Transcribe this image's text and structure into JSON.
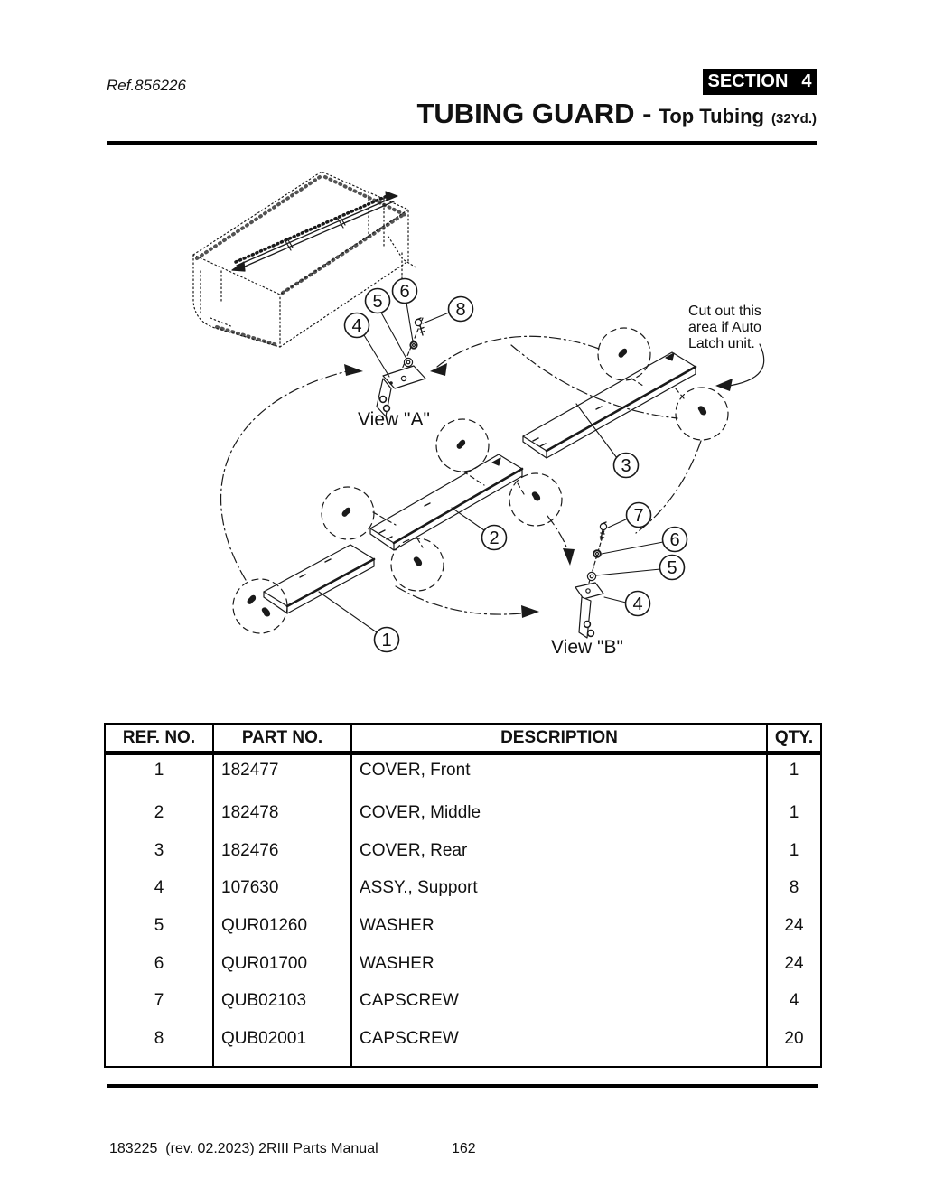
{
  "page": {
    "ref_label": "Ref.856226",
    "section_label": "SECTION",
    "section_number": "4",
    "title_main": "TUBING GUARD -",
    "title_sub": "Top Tubing",
    "title_note": "(32Yd.)"
  },
  "diagram": {
    "view_a_label": "View \"A\"",
    "view_b_label": "View \"B\"",
    "note_line1": "Cut out this",
    "note_line2": "area if Auto",
    "note_line3": "Latch unit.",
    "callouts": {
      "n1": "1",
      "n2": "2",
      "n3": "3",
      "n4": "4",
      "n5": "5",
      "n6": "6",
      "n7": "7",
      "n8": "8"
    }
  },
  "table": {
    "headers": {
      "ref": "REF. NO.",
      "part": "PART NO.",
      "desc": "DESCRIPTION",
      "qty": "QTY."
    },
    "rows": [
      {
        "ref": "1",
        "part": "182477",
        "desc": "COVER, Front",
        "qty": "1"
      },
      {
        "ref": "2",
        "part": "182478",
        "desc": "COVER, Middle",
        "qty": "1"
      },
      {
        "ref": "3",
        "part": "182476",
        "desc": "COVER, Rear",
        "qty": "1"
      },
      {
        "ref": "4",
        "part": "107630",
        "desc": "ASSY., Support",
        "qty": "8"
      },
      {
        "ref": "5",
        "part": "QUR01260",
        "desc": "WASHER",
        "qty": "24"
      },
      {
        "ref": "6",
        "part": "QUR01700",
        "desc": "WASHER",
        "qty": "24"
      },
      {
        "ref": "7",
        "part": "QUB02103",
        "desc": "CAPSCREW",
        "qty": "4"
      },
      {
        "ref": "8",
        "part": "QUB02001",
        "desc": "CAPSCREW",
        "qty": "20"
      }
    ]
  },
  "footer": {
    "manual_info": "183225  (rev. 02.2023) 2RIII Parts Manual",
    "page_number": "162"
  }
}
